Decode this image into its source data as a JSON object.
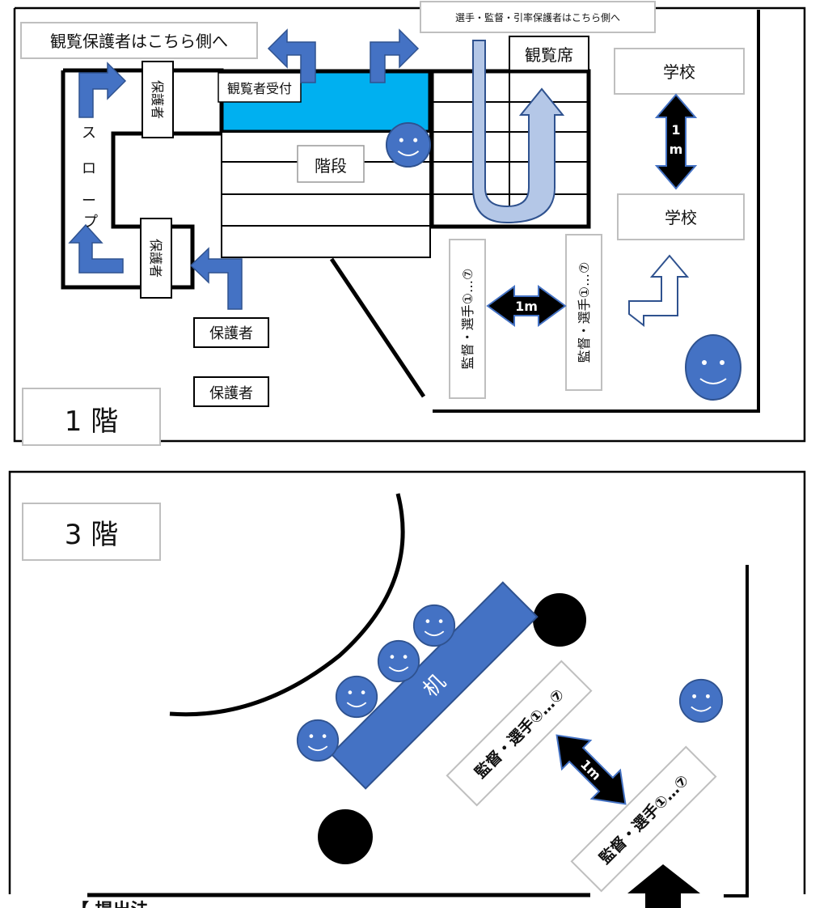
{
  "colors": {
    "accent_blue": "#4472c4",
    "cyan_fill": "#00b0f0",
    "light_blue": "#b4c7e7",
    "line": "#000000",
    "gray_border": "#bfbfbf"
  },
  "floor1": {
    "floor_label": "1 階",
    "guardian_direction": "観覧保護者はこちら側へ",
    "player_direction": "選手・監督・引率保護者はこちら側へ",
    "seats": "観覧席",
    "reception": "観覧者受付",
    "stairs": "階段",
    "slope": [
      "ス",
      "ロ",
      "ー",
      "プ"
    ],
    "guardian_top": "保護者",
    "guardian_mid": "保護者",
    "guardian_1": "保護者",
    "guardian_2": "保護者",
    "school_1": "学校",
    "school_2": "学校",
    "distance_vertical_1": "1",
    "distance_vertical_2": "m",
    "distance_horizontal": "1m",
    "coach_player_left": "監督・選手①…⑦",
    "coach_player_right": "監督・選手①…⑦"
  },
  "floor3": {
    "floor_label": "3 階",
    "desk": "机",
    "coach_player_1": "監督・選手①…⑦",
    "coach_player_2": "監督・選手①…⑦",
    "distance": "1m"
  },
  "footer": {
    "cut_text": "【 提出法"
  }
}
